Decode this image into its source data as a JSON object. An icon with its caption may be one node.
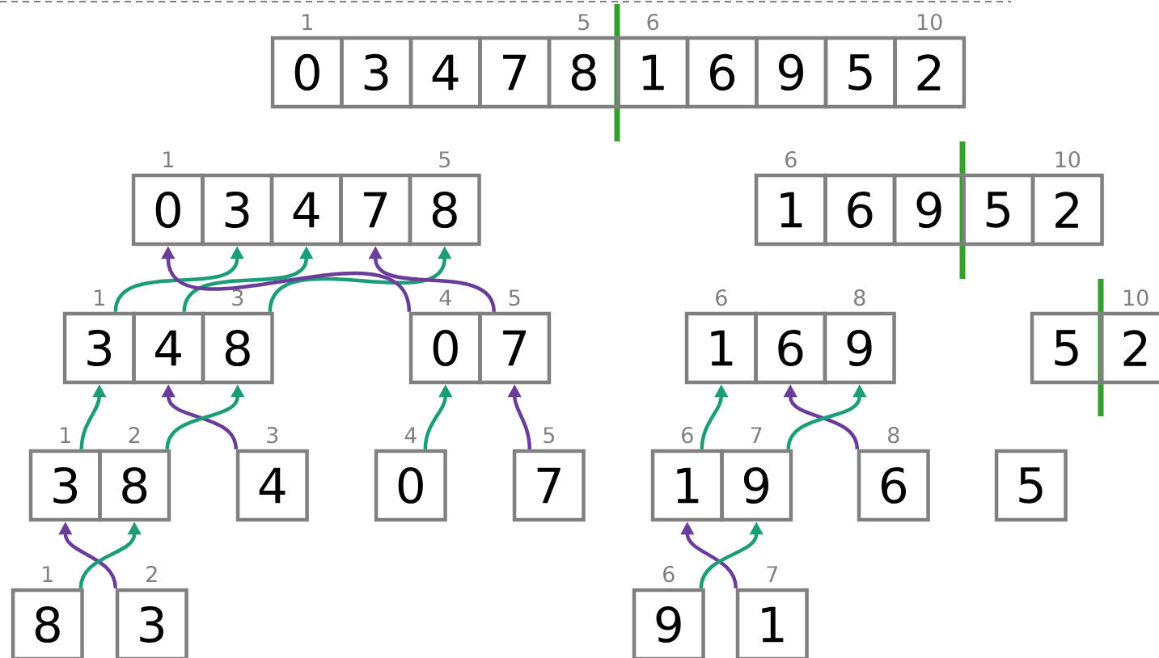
{
  "diagram": {
    "nodes": [
      {
        "text": [
          "0"
        ],
        "beside": [
          "1"
        ]
      },
      {
        "text": [
          "3"
        ]
      },
      {
        "text": [
          "4"
        ]
      },
      {
        "text": [
          "7"
        ]
      },
      {
        "text": [
          "8"
        ],
        "beside": [
          "5"
        ]
      },
      {
        "text": [
          "1"
        ],
        "beside": [
          "6"
        ]
      },
      {
        "text": [
          "6"
        ]
      },
      {
        "text": [
          "9"
        ]
      },
      {
        "text": [
          "5"
        ]
      },
      {
        "text": [
          "2"
        ],
        "beside": [
          "10"
        ]
      },
      {
        "text": [
          "0"
        ],
        "beside": [
          "1"
        ]
      },
      {
        "text": [
          "3"
        ]
      },
      {
        "text": [
          "4"
        ]
      },
      {
        "text": [
          "7"
        ]
      },
      {
        "text": [
          "8"
        ],
        "beside": [
          "5"
        ]
      },
      {
        "text": [
          "1"
        ],
        "beside": [
          "6"
        ]
      },
      {
        "text": [
          "6"
        ]
      },
      {
        "text": [
          "9"
        ]
      },
      {
        "text": [
          "5"
        ]
      },
      {
        "text": [
          "2"
        ],
        "beside": [
          "10"
        ]
      },
      {
        "text": [
          "3"
        ],
        "beside": [
          "1"
        ]
      },
      {
        "text": [
          "4"
        ]
      },
      {
        "text": [
          "8"
        ],
        "beside": [
          "3"
        ]
      },
      {
        "text": [
          "0"
        ],
        "beside": [
          "4"
        ]
      },
      {
        "text": [
          "7"
        ],
        "beside": [
          "5"
        ]
      },
      {
        "text": [
          "1"
        ],
        "beside": [
          "6"
        ]
      },
      {
        "text": [
          "6"
        ]
      },
      {
        "text": [
          "9"
        ],
        "beside": [
          "8"
        ]
      },
      {
        "text": [
          "5"
        ]
      },
      {
        "text": [
          "2"
        ],
        "beside": [
          "10"
        ]
      },
      {
        "text": [
          "3"
        ],
        "beside": [
          "1"
        ]
      },
      {
        "text": [
          "8"
        ],
        "beside": [
          "2"
        ]
      },
      {
        "text": [
          "4"
        ],
        "beside": [
          "3"
        ]
      },
      {
        "text": [
          "0"
        ],
        "beside": [
          "4"
        ]
      },
      {
        "text": [
          "7"
        ],
        "beside": [
          "5"
        ]
      },
      {
        "text": [
          "1"
        ],
        "beside": [
          "6"
        ]
      },
      {
        "text": [
          "9"
        ],
        "beside": [
          "7"
        ]
      },
      {
        "text": [
          "6"
        ],
        "beside": [
          "8"
        ]
      },
      {
        "text": [
          "5"
        ]
      },
      {
        "text": [
          "8"
        ],
        "beside": [
          "1"
        ]
      },
      {
        "text": [
          "3"
        ],
        "beside": [
          "2"
        ]
      },
      {
        "text": [
          "9"
        ],
        "beside": [
          "6"
        ]
      },
      {
        "text": [
          "1"
        ],
        "beside": [
          "7"
        ]
      }
    ],
    "edges": [
      {
        "from": 40,
        "to": 30,
        "arrow": "to",
        "color": "#6a3d9a"
      },
      {
        "from": 39,
        "to": 31,
        "arrow": "to"
      },
      {
        "from": 42,
        "to": 35,
        "arrow": "to",
        "color": "#6a3d9a"
      },
      {
        "from": 41,
        "to": 36,
        "arrow": "to"
      },
      {
        "from": 30,
        "to": 20,
        "arrow": "to"
      },
      {
        "from": 32,
        "to": 21,
        "arrow": "to",
        "color": "#6a3d9a"
      },
      {
        "from": 31,
        "to": 22,
        "arrow": "to"
      },
      {
        "from": 33,
        "to": 23,
        "arrow": "to"
      },
      {
        "from": 34,
        "to": 24,
        "arrow": "to",
        "color": "#6a3d9a"
      },
      {
        "from": 35,
        "to": 25,
        "arrow": "to"
      },
      {
        "from": 37,
        "to": 26,
        "arrow": "to",
        "color": "#6a3d9a"
      },
      {
        "from": 36,
        "to": 27,
        "arrow": "to"
      },
      {
        "from": 20,
        "to": 11,
        "arrow": "to"
      },
      {
        "from": 21,
        "to": 12,
        "arrow": "to"
      },
      {
        "from": 22,
        "to": 14,
        "arrow": "to"
      },
      {
        "from": 23,
        "to": 10,
        "arrow": "to",
        "color": "#6a3d9a"
      },
      {
        "from": 24,
        "to": 13,
        "arrow": "to",
        "color": "#6a3d9a"
      }
    ]
  }
}
